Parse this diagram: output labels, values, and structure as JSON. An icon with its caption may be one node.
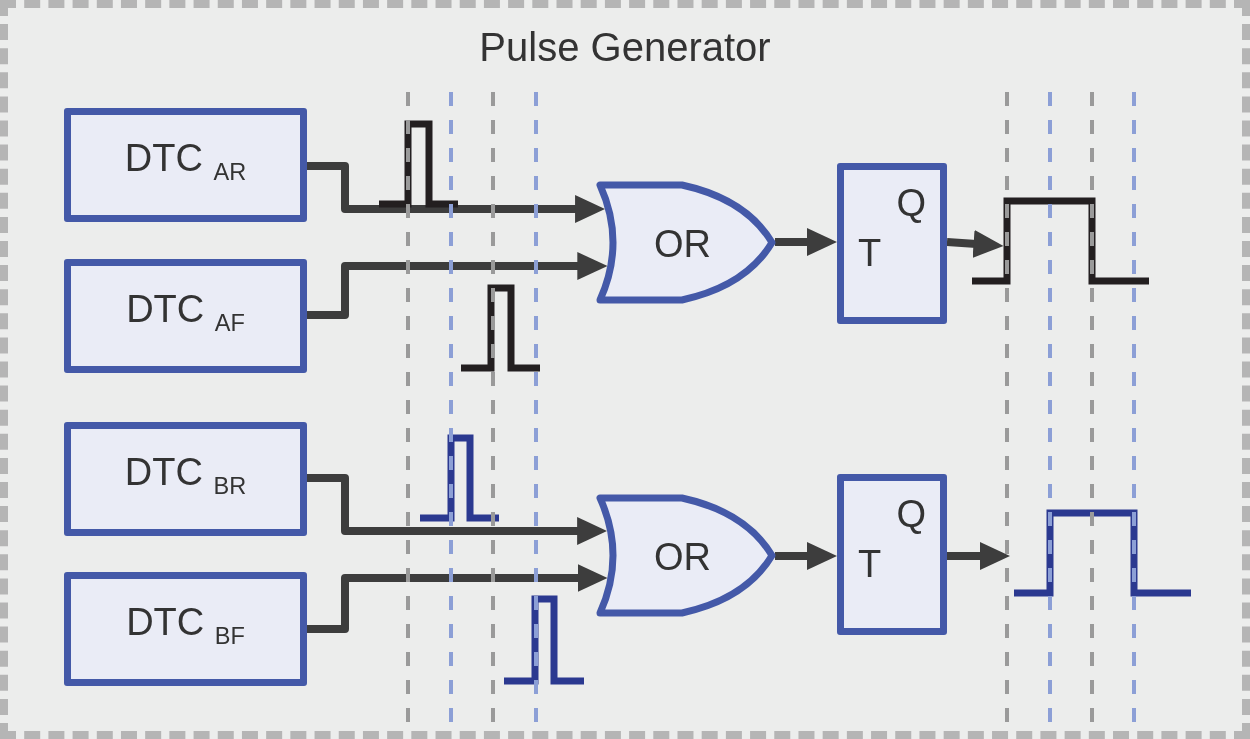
{
  "diagram": {
    "nodes": [
      {
        "text": [
          "Pulse Generator"
        ]
      },
      {
        "text": [
          "DTC $_{AR}$"
        ],
        "in": 0
      },
      {
        "text": [
          "DTC $_{AF}$"
        ],
        "in": 0
      },
      {
        "text": [
          "DTC $_{BR}$"
        ],
        "in": 0
      },
      {
        "text": [
          "DTC $_{BF}$"
        ],
        "in": 0
      },
      {
        "text": [
          "OR"
        ],
        "in": 0
      },
      {
        "text": [
          "T",
          "Q"
        ],
        "in": 0
      },
      {
        "text": [
          "OR"
        ],
        "in": 0
      },
      {
        "text": [
          "T",
          "Q"
        ],
        "in": 0
      },
      {
        "text": [],
        "shape": "picture",
        "in": 0
      },
      {
        "text": [],
        "shape": "picture",
        "in": 0
      }
    ],
    "edges": [
      {
        "from": 1,
        "to": 5,
        "arrow": "to"
      },
      {
        "from": 2,
        "to": 5,
        "arrow": "to"
      },
      {
        "from": 5,
        "to": 6,
        "arrow": "to"
      },
      {
        "from": 6,
        "to": 9,
        "arrow": "to"
      },
      {
        "from": 3,
        "to": 7,
        "arrow": "to"
      },
      {
        "from": 4,
        "to": 7,
        "arrow": "to"
      },
      {
        "from": 7,
        "to": 8,
        "arrow": "to"
      },
      {
        "from": 8,
        "to": 10,
        "arrow": "to"
      }
    ]
  }
}
